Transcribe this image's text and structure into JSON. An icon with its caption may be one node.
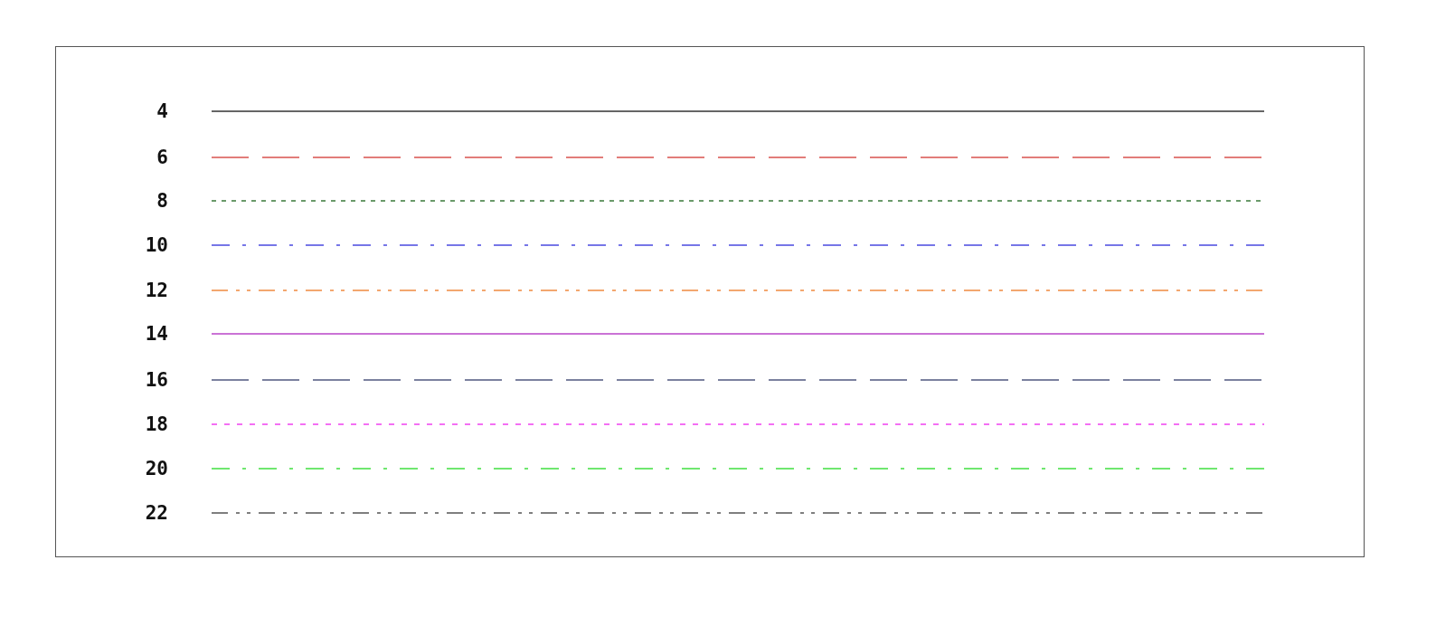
{
  "diagram": {
    "legend": [
      {
        "text": "4"
      },
      {
        "text": "6"
      },
      {
        "text": "8"
      },
      {
        "text": "10"
      },
      {
        "text": "12"
      },
      {
        "text": "14"
      },
      {
        "text": "16"
      },
      {
        "text": "18"
      },
      {
        "text": "20"
      },
      {
        "text": "22"
      }
    ]
  }
}
